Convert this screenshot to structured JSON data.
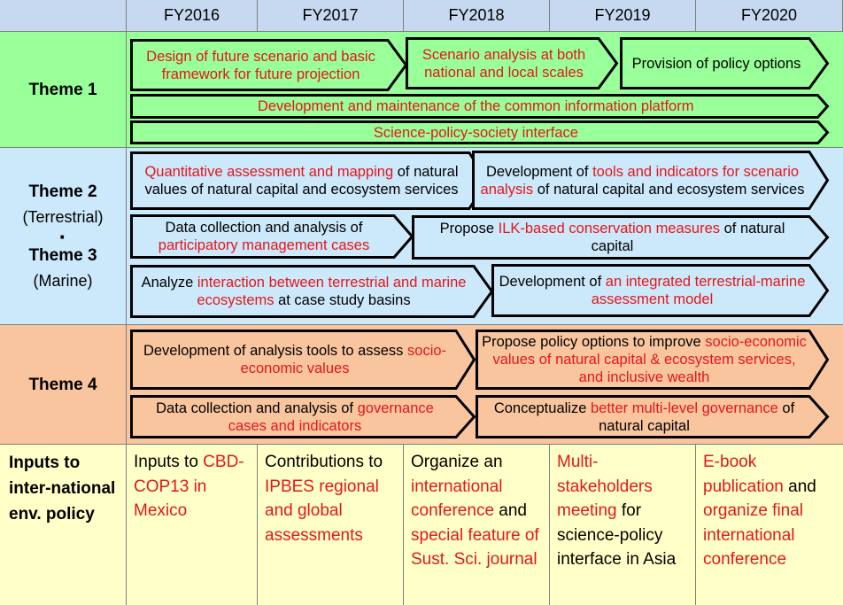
{
  "header": {
    "years": [
      "FY2016",
      "FY2017",
      "FY2018",
      "FY2019",
      "FY2020"
    ]
  },
  "colors": {
    "header_bg": "#c6d9f1",
    "theme1_bg": "#99ff99",
    "theme1_arrow": "#99ff99",
    "theme23_bg": "#cce8fb",
    "theme23_arrow": "#cce8fb",
    "theme4_bg": "#f9c59f",
    "theme4_arrow": "#f9c59f",
    "inputs_bg": "#ffffc8",
    "red_text": "#e3171a"
  },
  "theme1": {
    "label": "Theme 1",
    "arrows": [
      {
        "text": [
          [
            "Design of future scenario and basic framework for future projection",
            "red"
          ]
        ]
      },
      {
        "text": [
          [
            "Scenario analysis at both national and local scales",
            "red"
          ]
        ]
      },
      {
        "text": [
          [
            "Provision of policy options",
            ""
          ]
        ]
      },
      {
        "text": [
          [
            "Development and maintenance of the common information platform",
            "red"
          ]
        ]
      },
      {
        "text": [
          [
            "Science-policy-society interface",
            "red"
          ]
        ]
      }
    ]
  },
  "theme23": {
    "label_line1": "Theme 2",
    "label_line2": "(Terrestrial)",
    "label_dot": "·",
    "label_line3": "Theme 3",
    "label_line4": "(Marine)",
    "arrows": [
      {
        "text": [
          [
            "Quantitative assessment and mapping",
            "red"
          ],
          [
            " of natural values of natural capital and ecosystem services",
            ""
          ]
        ]
      },
      {
        "text": [
          [
            "Development of ",
            ""
          ],
          [
            "tools and indicators for scenario analysis",
            "red"
          ],
          [
            " of natural capital and ecosystem services",
            ""
          ]
        ]
      },
      {
        "text": [
          [
            "Data collection and analysis of ",
            ""
          ],
          [
            "participatory management cases",
            "red"
          ]
        ]
      },
      {
        "text": [
          [
            "Propose ",
            ""
          ],
          [
            "ILK-based conservation measures",
            "red"
          ],
          [
            " of natural capital",
            ""
          ]
        ]
      },
      {
        "text": [
          [
            "Analyze ",
            ""
          ],
          [
            "interaction between terrestrial and marine ecosystems",
            "red"
          ],
          [
            " at case study basins",
            ""
          ]
        ]
      },
      {
        "text": [
          [
            "Development of ",
            ""
          ],
          [
            "an integrated terrestrial-marine assessment model",
            "red"
          ]
        ]
      }
    ]
  },
  "theme4": {
    "label": "Theme 4",
    "arrows": [
      {
        "text": [
          [
            "Development of analysis tools to assess ",
            ""
          ],
          [
            "socio-economic values",
            "red"
          ]
        ]
      },
      {
        "text": [
          [
            "Propose policy options to improve ",
            ""
          ],
          [
            "socio-economic values of natural capital & ecosystem services, and inclusive wealth",
            "red"
          ]
        ]
      },
      {
        "text": [
          [
            "Data collection and analysis of ",
            ""
          ],
          [
            "governance cases and indicators",
            "red"
          ]
        ]
      },
      {
        "text": [
          [
            "Conceptualize ",
            ""
          ],
          [
            "better multi-level governance",
            "red"
          ],
          [
            " of natural capital",
            ""
          ]
        ]
      }
    ]
  },
  "inputs": {
    "label": "Inputs to inter-national env. policy",
    "cells": [
      [
        [
          "Inputs to ",
          ""
        ],
        [
          "CBD-COP13 in Mexico",
          "red"
        ]
      ],
      [
        [
          "Contributions to ",
          ""
        ],
        [
          "IPBES regional and global assessments",
          "red"
        ]
      ],
      [
        [
          "Organize an ",
          ""
        ],
        [
          "international conference",
          "red"
        ],
        [
          " and ",
          ""
        ],
        [
          "special feature of Sust. Sci. journal",
          "red"
        ]
      ],
      [
        [
          "Multi-stakeholders meeting",
          "red"
        ],
        [
          " for science-policy interface in Asia",
          ""
        ]
      ],
      [
        [
          "E-book publication",
          "red"
        ],
        [
          " and ",
          ""
        ],
        [
          "organize final international conference",
          "red"
        ]
      ]
    ]
  }
}
